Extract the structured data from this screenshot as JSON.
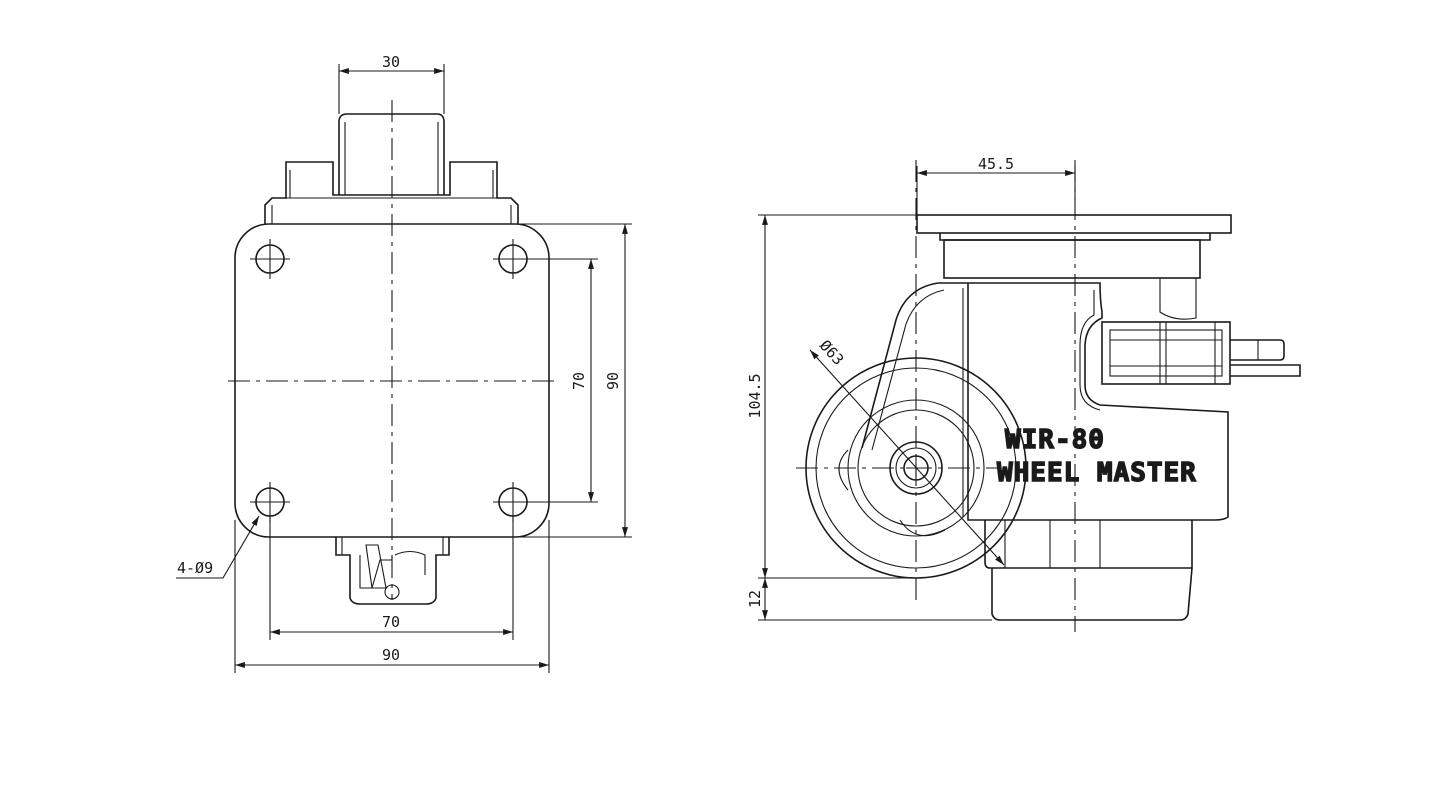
{
  "front_view": {
    "dims": {
      "top_width": "30",
      "hole_vertical": "70",
      "plate_vertical": "90",
      "hole_horizontal": "70",
      "plate_horizontal": "90",
      "holes": "4-Ø9"
    }
  },
  "side_view": {
    "dims": {
      "offset": "45.5",
      "height": "104.5",
      "foot": "12",
      "wheel_dia": "Ø63"
    },
    "label_model": "WIR-80",
    "label_brand": "WHEEL MASTER"
  }
}
